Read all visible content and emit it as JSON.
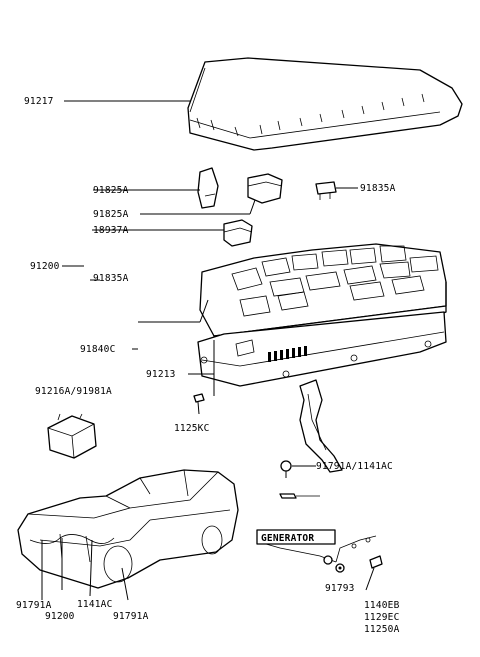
{
  "labels": {
    "cover": "91217",
    "relay_left": "91825A",
    "relay_mid": "91825A",
    "fuse_holder": "18937A",
    "box_main": "91200",
    "fuse_right": "91835A",
    "fuse_mid": "91835A",
    "ref_bracket": "91840C",
    "ref_wire": "91213",
    "relay_module": "91216A/91981A",
    "bolt_bottom": "1125KC",
    "bolt_right": "91791A/1141AC",
    "car_left1": "91791A",
    "car_left2": "91200",
    "car_mid": "1141AC",
    "car_right": "91791A",
    "generator_tag": "GENERATOR",
    "gen_nut": "91793",
    "gen_bolt_1": "1140EB",
    "gen_bolt_2": "1129EC",
    "gen_bolt_3": "11250A"
  }
}
